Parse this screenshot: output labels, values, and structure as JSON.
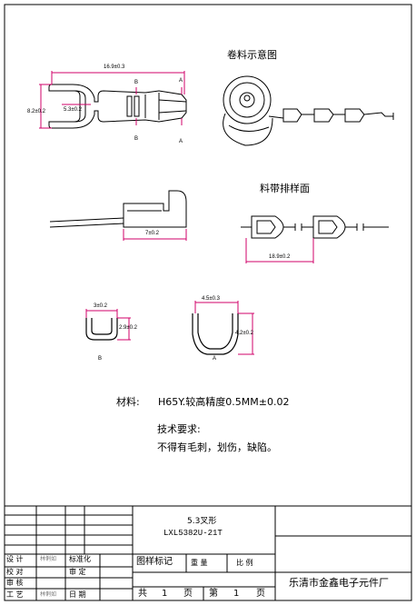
{
  "titles": {
    "coil_view": "卷料示意图",
    "strip_view": "料带排样面"
  },
  "dims": {
    "overall_length": "16.9±0.3",
    "height": "8.2±0.2",
    "slot_width": "5.3±0.2",
    "section_b_top": "B",
    "section_b_bottom": "B",
    "section_a_top": "A",
    "section_a_bottom": "A",
    "side_length": "7±0.2",
    "pitch": "18.9±0.2",
    "b_width": "3±0.2",
    "b_height": "2.9±0.2",
    "a_width": "4.5±0.3",
    "a_height": "4.2±0.2",
    "section_b_label": "B",
    "section_a_label": "A"
  },
  "notes": {
    "material_label": "材料:",
    "material_value": "H65Y.较高精度0.5MM±0.02",
    "tech_title": "技术要求:",
    "tech_body": "不得有毛刺，划伤，缺陷。"
  },
  "title_block": {
    "part_name": "5.3叉形",
    "part_code": "LXL5382U-21T",
    "rows": [
      {
        "role": "设 计",
        "signer": "林俐如",
        "extra": "标准化"
      },
      {
        "role": "校 对",
        "signer": "",
        "extra": ""
      },
      {
        "role": "审 核",
        "signer": "",
        "extra": "审 定"
      },
      {
        "role": "工 艺",
        "signer": "林俐如",
        "extra": "日 期"
      }
    ],
    "sample_mark": "图样标记",
    "weight": "重 量",
    "scale": "比 例",
    "total": "共",
    "total_num": "1",
    "page": "页",
    "sheet": "第",
    "sheet_num": "1",
    "sheet_page": "页",
    "company": "乐清市金鑫电子元件厂"
  },
  "colors": {
    "dimension": "#d0006a",
    "line": "#000000"
  }
}
